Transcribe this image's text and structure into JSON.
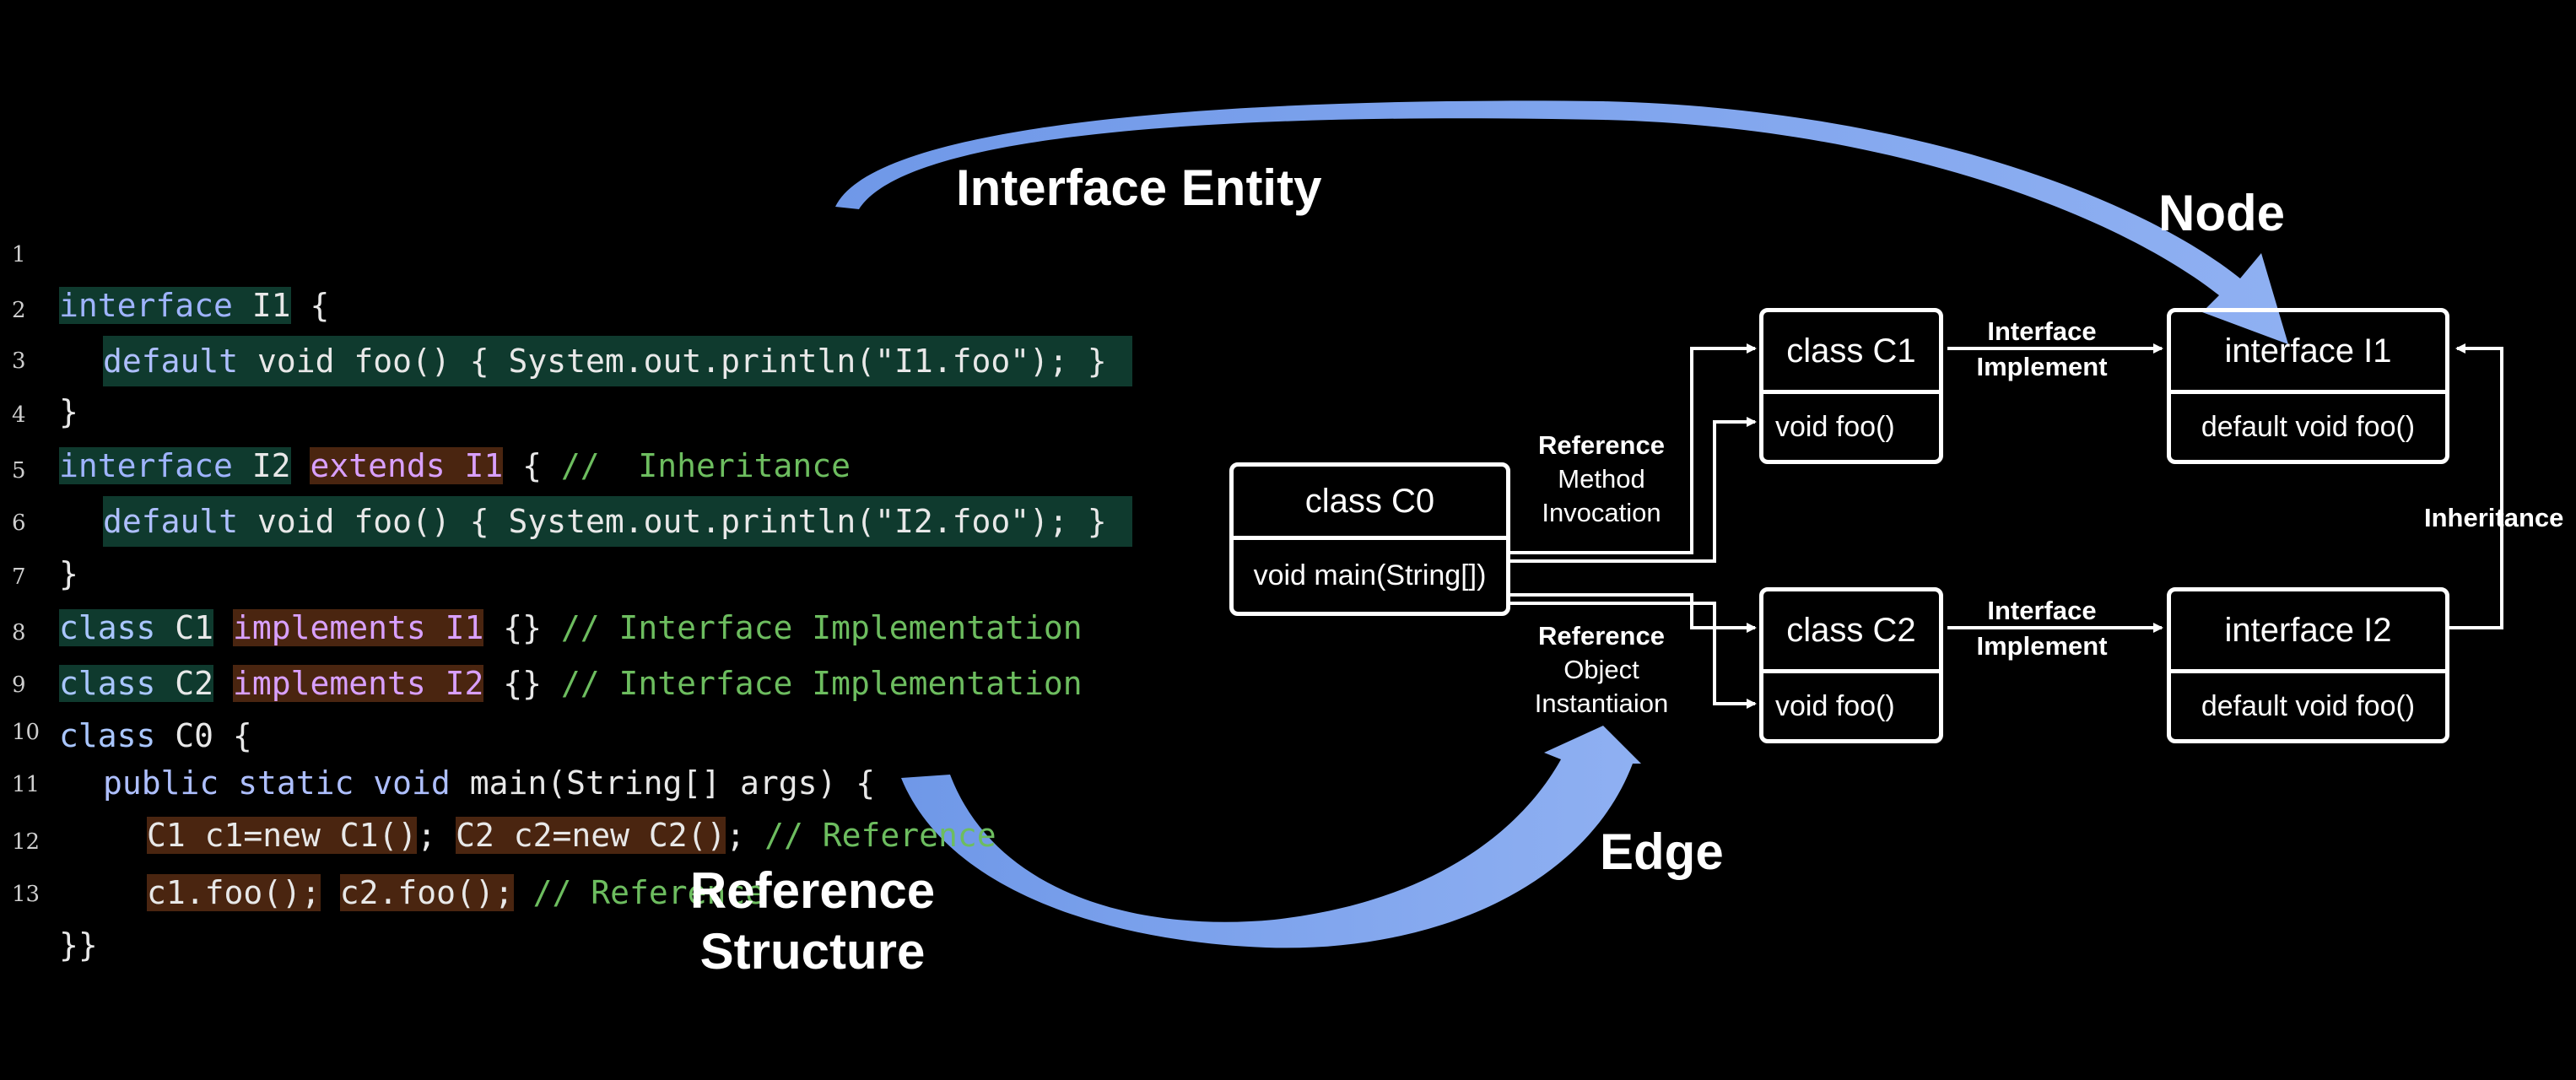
{
  "code": {
    "line_numbers": [
      "1",
      "2",
      "3",
      "4",
      "5",
      "6",
      "7",
      "8",
      "9",
      "10",
      "11",
      "12",
      "13"
    ],
    "l1": {
      "kw": "interface",
      "name": "I1",
      "rest": " {"
    },
    "l2": {
      "mod": "default",
      "rest": " void foo() { System.out.println(\"I1.foo\"); }"
    },
    "l3": {
      "text": "}"
    },
    "l4": {
      "kw": "interface",
      "name": "I2",
      "ext": "extends I1",
      "rest": " { ",
      "cmt": "//  Inheritance"
    },
    "l5": {
      "mod": "default",
      "rest": " void foo() { System.out.println(\"I2.foo\"); }"
    },
    "l6": {
      "text": "}"
    },
    "l7": {
      "kw": "class",
      "name": "C1",
      "ext": "implements I1",
      "rest": " {} ",
      "cmt": "// Interface Implementation"
    },
    "l8": {
      "kw": "class",
      "name": "C2",
      "ext": "implements I2",
      "rest": " {} ",
      "cmt": "// Interface Implementation"
    },
    "l9": {
      "kw": "class",
      "rest": " C0 {"
    },
    "l10": {
      "mod": "public static void",
      "rest": " main(String[] args) {"
    },
    "l11": {
      "ref1": "C1 c1=new C1()",
      "semi1": "; ",
      "ref2": "C2 c2=new C2()",
      "semi2": "; ",
      "cmt": "// Reference"
    },
    "l12": {
      "ref1": "c1.foo();",
      "ref2": "c2.foo();",
      "cmt": " // Reference"
    },
    "l13": {
      "text": "}}"
    }
  },
  "labels": {
    "interface_entity": "Interface Entity",
    "node": "Node",
    "reference_structure_1": "Reference",
    "reference_structure_2": "Structure",
    "edge": "Edge"
  },
  "edge_labels": {
    "method_invocation": {
      "bold": "Reference",
      "line1": "Method",
      "line2": "Invocation"
    },
    "object_instantiation": {
      "bold": "Reference",
      "line1": "Object",
      "line2": "Instantiaion"
    },
    "implement_top": {
      "line1": "Interface",
      "line2": "Implement"
    },
    "implement_bottom": {
      "line1": "Interface",
      "line2": "Implement"
    },
    "inheritance": "Inheritance"
  },
  "nodes": {
    "c0": {
      "title": "class C0",
      "member": "void main(String[])"
    },
    "c1": {
      "title": "class C1",
      "member": "void foo()"
    },
    "c2": {
      "title": "class C2",
      "member": "void foo()"
    },
    "i1": {
      "title": "interface I1",
      "member": "default void foo()"
    },
    "i2": {
      "title": "interface I2",
      "member": "default void foo()"
    }
  },
  "colors": {
    "background": "#000000",
    "arrow_fill": "#7fa6ee",
    "highlight_green": "#0f3a2e",
    "highlight_brown": "#4a2510",
    "comment": "#6dbd5f",
    "keyword": "#9fb4ff"
  }
}
